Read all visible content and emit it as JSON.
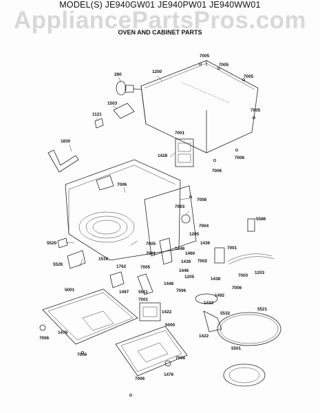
{
  "watermark": "AppliancePartsPros.com",
  "header": {
    "models": "MODEL(S) JE940GW01  JE940PW01  JE940WW01",
    "section": "OVEN AND CABINET PARTS"
  },
  "labels": [
    "7005",
    "7005",
    "280",
    "1200",
    "7005",
    "1503",
    "7005",
    "1121",
    "7001",
    "1830",
    "7006",
    "1428",
    "7006",
    "7006",
    "7008",
    "7003",
    "5586",
    "7004",
    "1205",
    "5520",
    "7005",
    "1448",
    "1436",
    "7001",
    "1460",
    "7001",
    "7002",
    "7005",
    "5526",
    "1516",
    "1762",
    "1439",
    "1446",
    "7003",
    "1203",
    "1438",
    "1205",
    "1448",
    "7006",
    "5511",
    "1497",
    "7006",
    "5001",
    "1492",
    "7001",
    "1433",
    "1422",
    "5521",
    "5532",
    "5000",
    "1476",
    "7006",
    "1422",
    "7006",
    "5501",
    "7006",
    "1476",
    "7006"
  ]
}
